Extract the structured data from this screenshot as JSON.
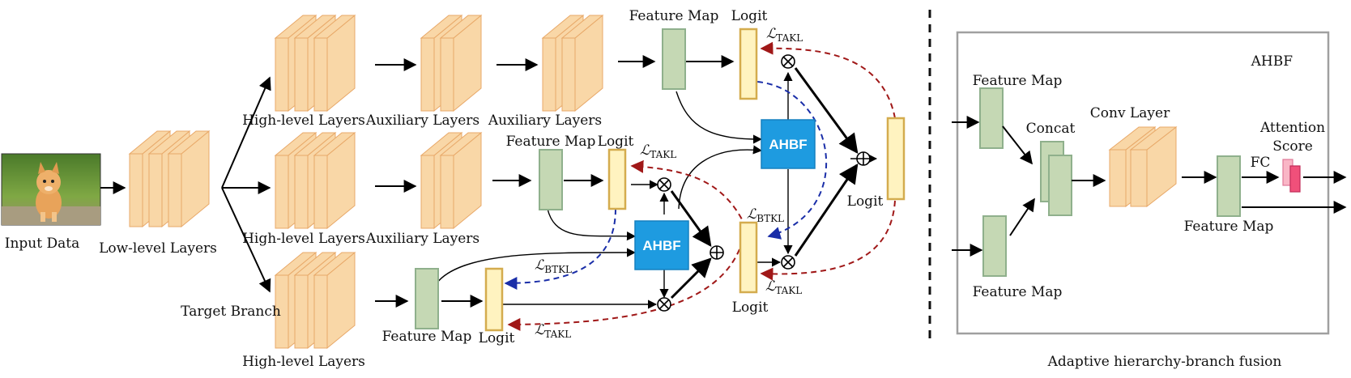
{
  "labels": {
    "input_data": "Input Data",
    "low_level_layers": "Low-level Layers",
    "high_level_top": "High-level Layers",
    "auxiliary_top_1": "Auxiliary Layers",
    "auxiliary_top_2": "Auxiliary Layers",
    "feature_map_top": "Feature Map",
    "logit_top": "Logit",
    "high_level_mid": "High-level Layers",
    "auxiliary_mid": "Auxiliary Layers",
    "feature_map_mid": "Feature Map",
    "logit_mid": "Logit",
    "target_branch": "Target Branch",
    "high_level_bottom": "High-level Layers",
    "feature_map_bottom": "Feature Map",
    "logit_bottom": "Logit",
    "logit_lower_right": "Logit",
    "logit_final": "Logit",
    "ahbf_upper": "AHBF",
    "ahbf_lower": "AHBF",
    "loss_takl_main": "ℒ",
    "loss_takl_sub": "TAKL",
    "loss_btkl_main": "ℒ",
    "loss_btkl_sub": "BTKL"
  },
  "detail": {
    "caption": "Adaptive hierarchy-branch fusion",
    "title": "AHBF",
    "feature_map_top": "Feature Map",
    "feature_map_bottom": "Feature Map",
    "concat": "Concat",
    "conv_layer": "Conv Layer",
    "feature_map_out": "Feature Map",
    "fc": "FC",
    "attention_line1": "Attention",
    "attention_line2": "Score"
  },
  "colors": {
    "layer_front": "#f9d7a7",
    "layer_edge": "#e8a868",
    "feature_fill": "#c5d8b4",
    "feature_edge": "#8fb08c",
    "logit_fill": "#fff3c0",
    "logit_edge": "#d4ac4e",
    "ahbf_fill": "#1e9be0",
    "ahbf_edge": "#1580c0",
    "takl_arrow": "#a01818",
    "btkl_arrow": "#1a2ea8",
    "attention_fill": "#f0507a"
  }
}
